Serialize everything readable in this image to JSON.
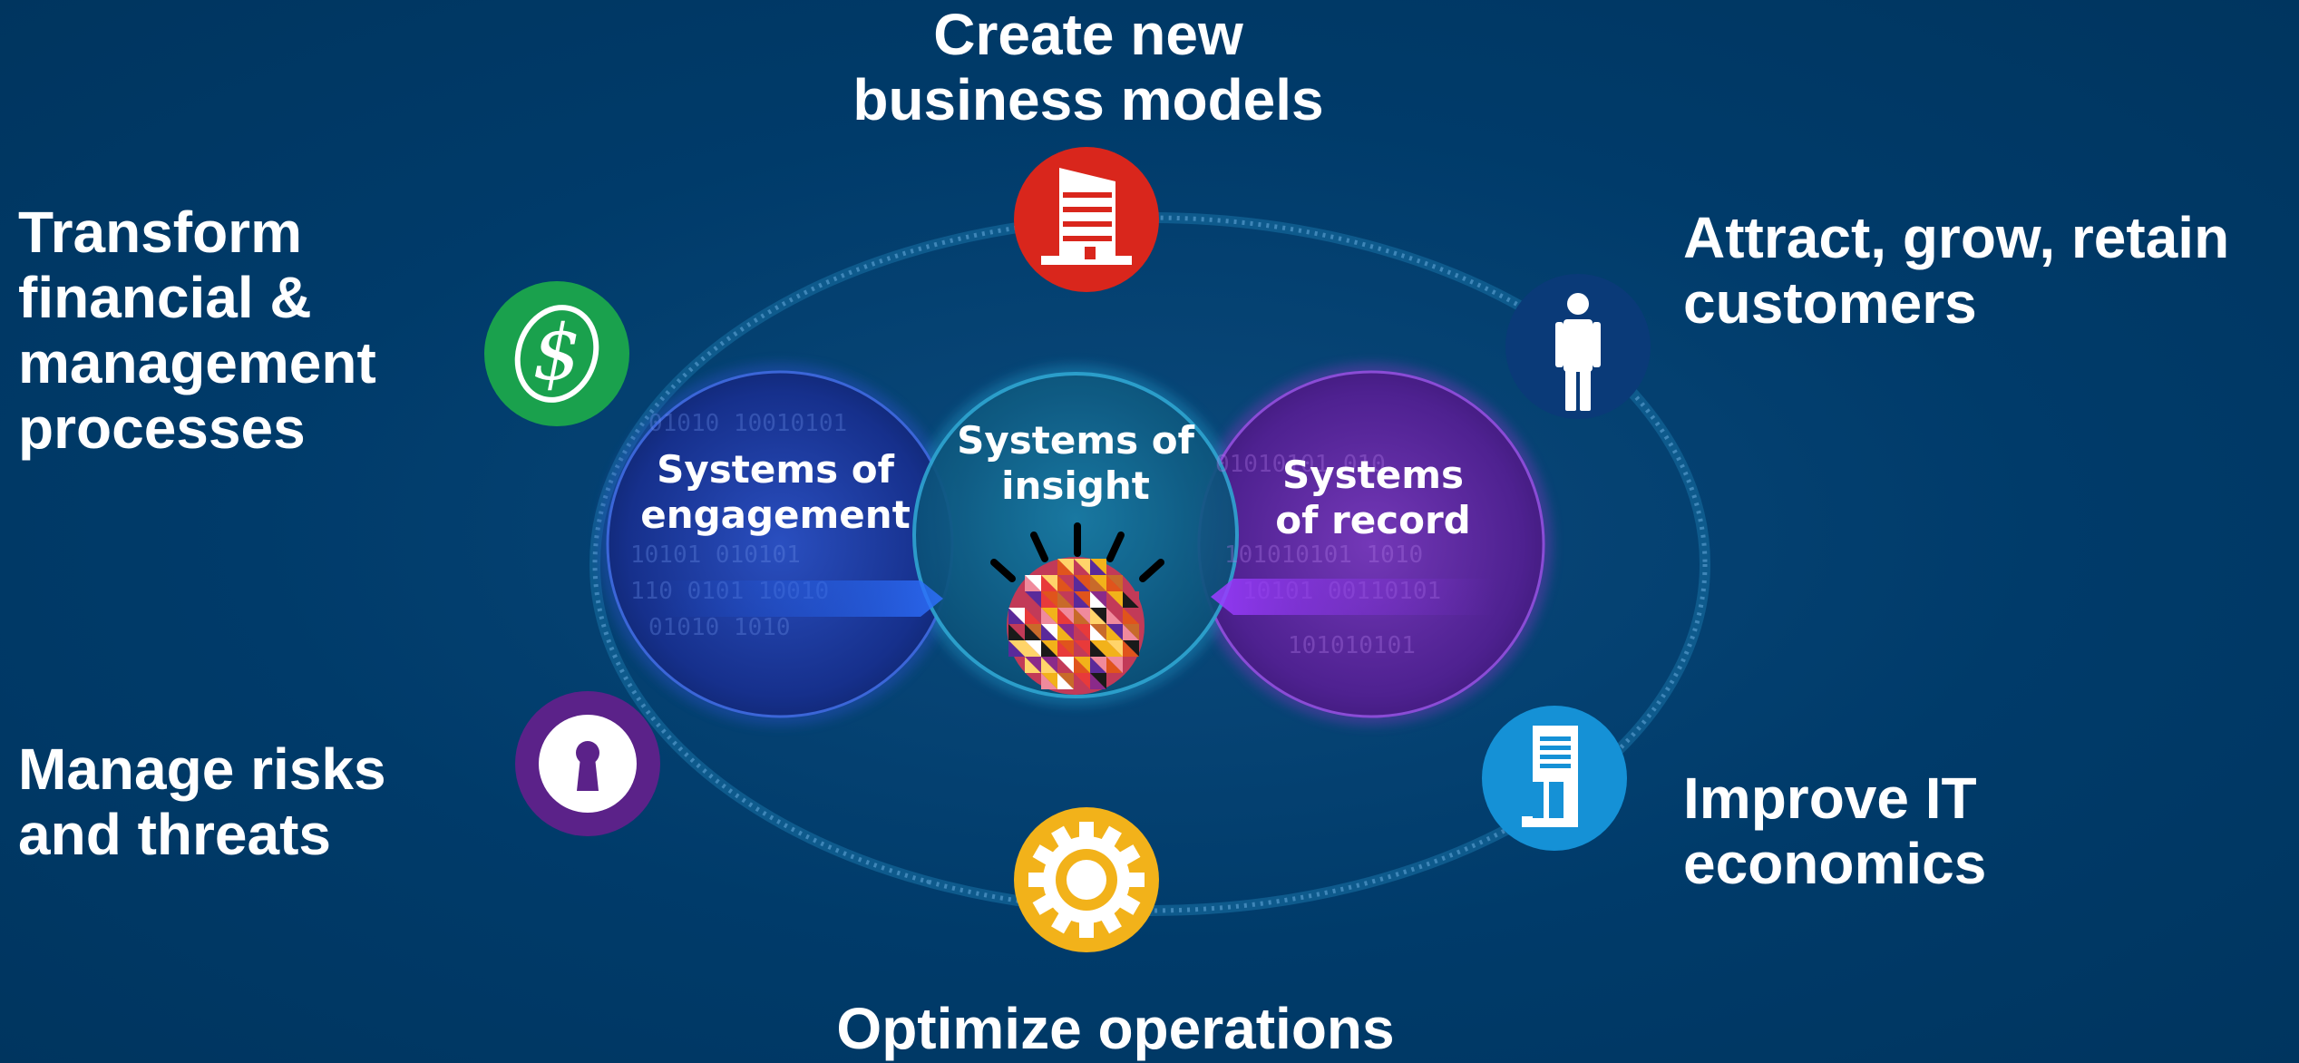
{
  "goals": {
    "top": "Create new\nbusiness models",
    "top_left": "Transform\nfinancial &\nmanagement\nprocesses",
    "top_right": "Attract, grow, retain\ncustomers",
    "bottom_left": "Manage risks\nand threats",
    "bottom_right": "Improve IT\neconomics",
    "bottom": "Optimize operations"
  },
  "systems": {
    "engagement": [
      "Systems of",
      "engagement"
    ],
    "insight": [
      "Systems of",
      "insight"
    ],
    "record": [
      "Systems",
      "of record"
    ]
  },
  "icons": [
    {
      "name": "building-icon",
      "color": "#d9261c"
    },
    {
      "name": "dollar-icon",
      "color": "#1aa14d"
    },
    {
      "name": "person-icon",
      "color": "#0a3a78"
    },
    {
      "name": "keyhole-icon",
      "color": "#5b2289"
    },
    {
      "name": "server-icon",
      "color": "#1591d6"
    },
    {
      "name": "gear-icon",
      "color": "#f2b21a"
    }
  ],
  "colors": {
    "background": "#003b6a",
    "engagement": "#1d3fa6",
    "insight": "#0e5d86",
    "record": "#5a2a9a"
  }
}
